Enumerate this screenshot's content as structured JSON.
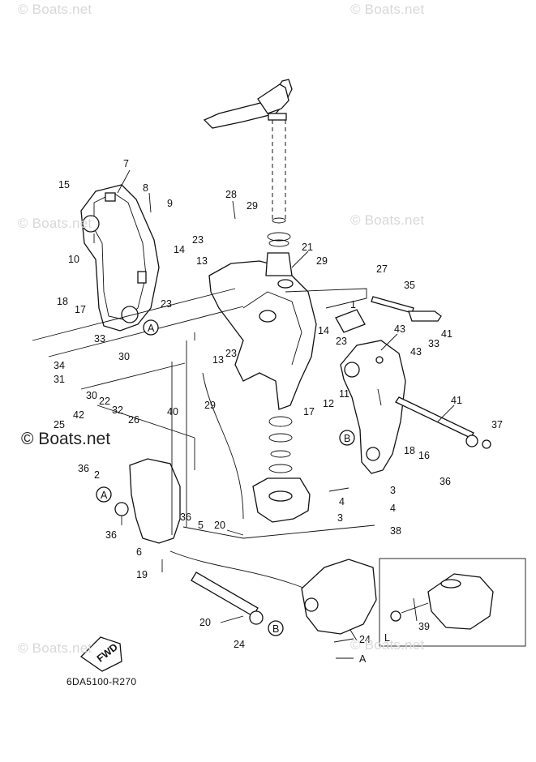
{
  "watermark": "© Boats.net",
  "watermark_dark": "© Boats.net",
  "catalog_code": "6DA5100-R270",
  "fwd_label": "FWD",
  "inset_label": "L",
  "ref_markers": [
    "A",
    "B"
  ],
  "callouts": [
    "7",
    "8",
    "9",
    "15",
    "10",
    "18",
    "17",
    "28",
    "29",
    "23",
    "13",
    "14",
    "21",
    "23",
    "29",
    "27",
    "35",
    "1",
    "43",
    "41",
    "43",
    "33",
    "33",
    "30",
    "34",
    "31",
    "30",
    "22",
    "23",
    "13",
    "14",
    "23",
    "29",
    "32",
    "26",
    "25",
    "42",
    "11",
    "41",
    "12",
    "37",
    "40",
    "17",
    "18",
    "16",
    "36",
    "36",
    "2",
    "3",
    "4",
    "3",
    "4",
    "38",
    "20",
    "36",
    "36",
    "5",
    "6",
    "19",
    "20",
    "24",
    "24",
    "39",
    "A",
    "B",
    "B",
    "A"
  ]
}
